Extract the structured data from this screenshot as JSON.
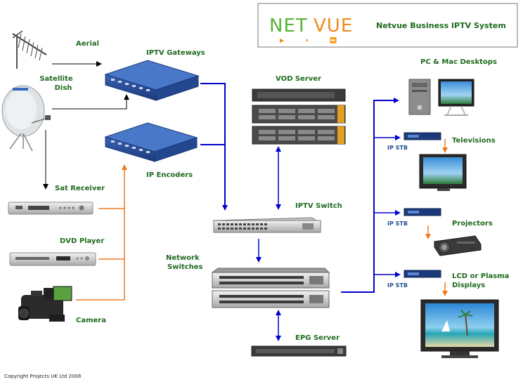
{
  "header": {
    "logo_part1": "NET",
    "logo_part2": "VUE",
    "logo_controls": "▶ ⏸ ⏩",
    "title": "Netvue Business IPTV System"
  },
  "labels": {
    "aerial": "Aerial",
    "satellite_1": "Satellite",
    "satellite_2": "Dish",
    "sat_receiver": "Sat Receiver",
    "dvd_player": "DVD Player",
    "camera": "Camera",
    "iptv_gateways": "IPTV Gateways",
    "ip_encoders": "IP Encoders",
    "vod_server": "VOD Server",
    "iptv_switch": "IPTV Switch",
    "network_1": "Network",
    "network_2": "Switches",
    "epg_server": "EPG Server",
    "pc_mac": "PC & Mac Desktops",
    "televisions": "Televisions",
    "projectors": "Projectors",
    "lcd_1": "LCD or Plasma",
    "lcd_2": "Displays",
    "stb_1": "IP STB",
    "stb_2": "IP STB",
    "stb_3": "IP STB"
  },
  "footer": {
    "copyright": "Copyright Projects UK Ltd 2008"
  },
  "colors": {
    "label_green": "#1f6b1f",
    "network_blue": "#0000cc",
    "av_orange": "#f07820",
    "rf_black": "#000000"
  }
}
